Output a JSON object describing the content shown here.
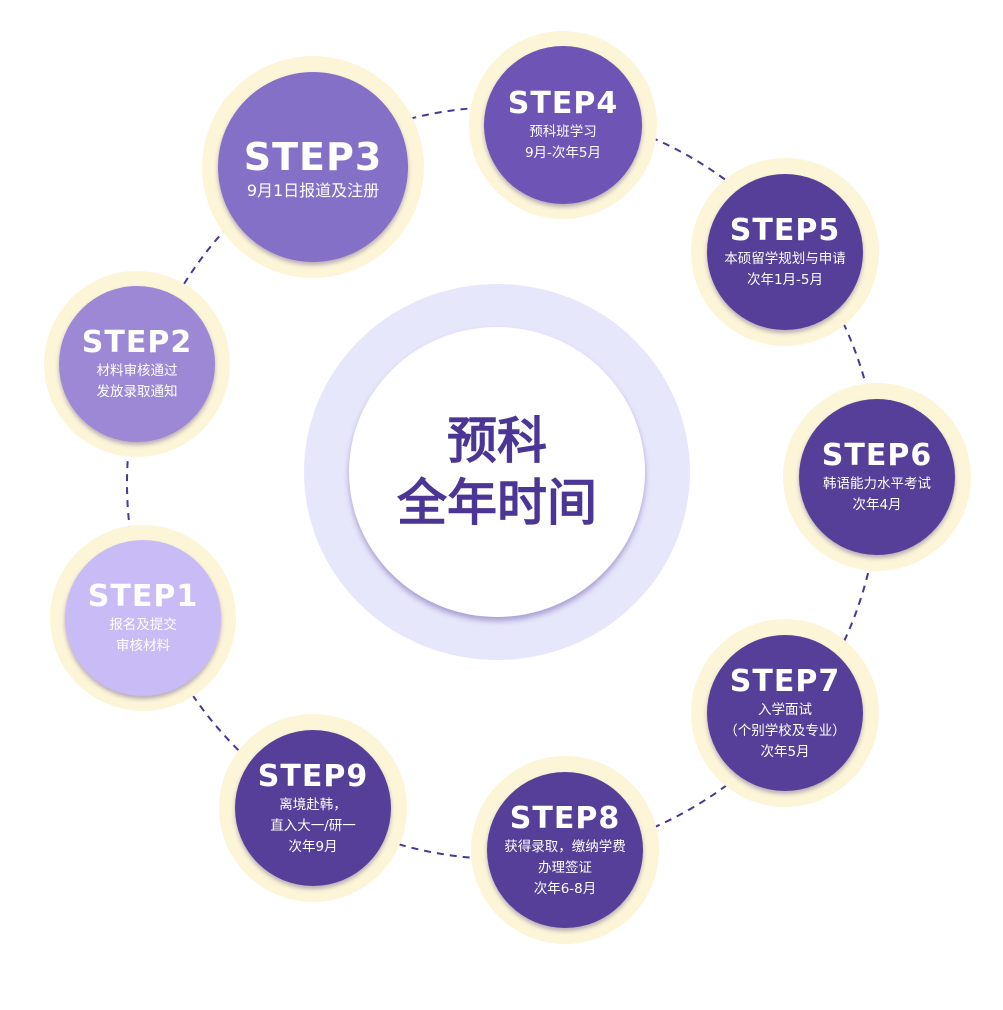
{
  "center": {
    "line1": "预科",
    "line2": "全年时间"
  },
  "steps": [
    {
      "title": "STEP1",
      "lines": [
        "报名及提交",
        "审核材料"
      ],
      "color": "#c9bbf5"
    },
    {
      "title": "STEP2",
      "lines": [
        "材料审核通过",
        "发放录取通知"
      ],
      "color": "#9d88d6"
    },
    {
      "title": "STEP3",
      "lines": [
        "9月1日报道及注册"
      ],
      "color": "#8570c8"
    },
    {
      "title": "STEP4",
      "lines": [
        "预科班学习",
        "9月-次年5月"
      ],
      "color": "#6e55b5"
    },
    {
      "title": "STEP5",
      "lines": [
        "本硕留学规划与申请",
        "次年1月-5月"
      ],
      "color": "#553f98"
    },
    {
      "title": "STEP6",
      "lines": [
        "韩语能力水平考试",
        "次年4月"
      ],
      "color": "#553f98"
    },
    {
      "title": "STEP7",
      "lines": [
        "入学面试",
        "（个别学校及专业）",
        "次年5月"
      ],
      "color": "#553f98"
    },
    {
      "title": "STEP8",
      "lines": [
        "获得录取，缴纳学费",
        "办理签证",
        "次年6-8月"
      ],
      "color": "#553f98"
    },
    {
      "title": "STEP9",
      "lines": [
        "离境赴韩，",
        "直入大一/研一",
        "次年9月"
      ],
      "color": "#553f98"
    }
  ],
  "colors": {
    "halo": "#fdf5d8",
    "center_ring": "#e7e7fb",
    "text": "#4b3595",
    "dash": "#4b3595"
  }
}
